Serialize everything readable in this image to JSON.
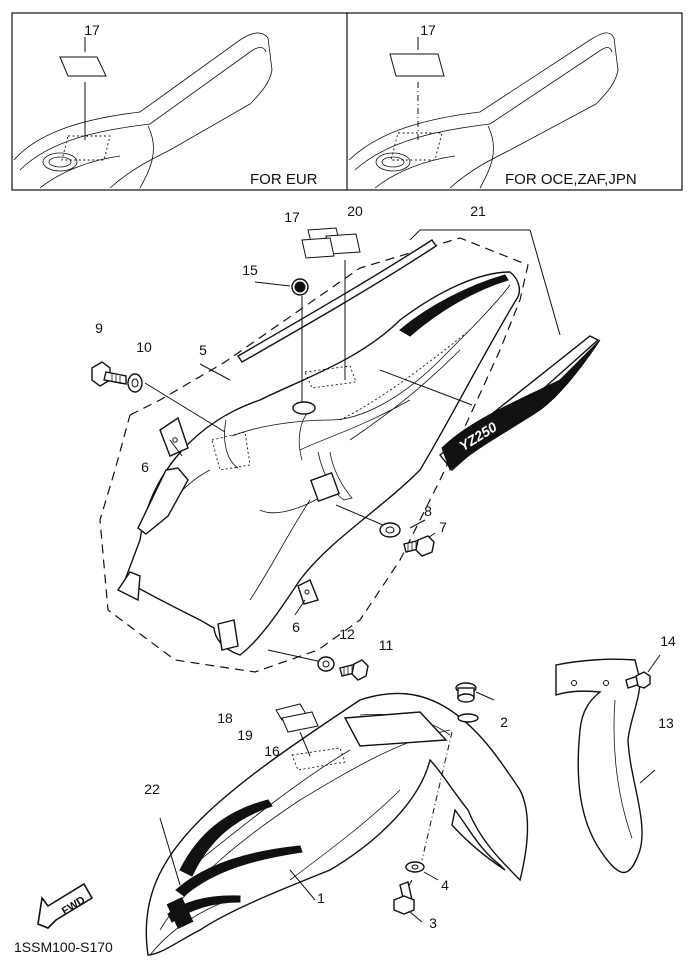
{
  "panels": {
    "left": {
      "caption": "FOR EUR",
      "callout": "17"
    },
    "right": {
      "caption": "FOR OCE,ZAF,JPN",
      "callout": "17"
    }
  },
  "callouts": {
    "c1": "1",
    "c2": "2",
    "c3": "3",
    "c4": "4",
    "c5": "5",
    "c6a": "6",
    "c6b": "6",
    "c7": "7",
    "c8": "8",
    "c9": "9",
    "c10": "10",
    "c11": "11",
    "c12": "12",
    "c13": "13",
    "c14": "14",
    "c15": "15",
    "c16": "16",
    "c17": "17",
    "c18": "18",
    "c19": "19",
    "c20": "20",
    "c21": "21",
    "c22": "22"
  },
  "fwd_label": "FWD",
  "decal_text": "YZ250",
  "diagram_code": "1SSM100-S170",
  "colors": {
    "ink": "#111111",
    "paper": "#ffffff",
    "decal_gray": "#cfcfcf"
  }
}
